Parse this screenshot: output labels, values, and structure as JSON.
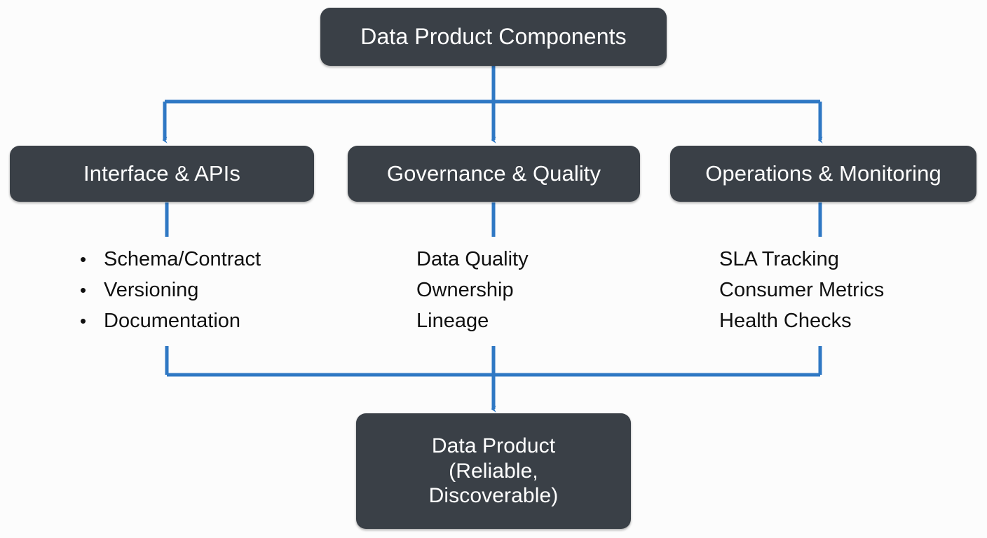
{
  "diagram": {
    "title": "Data Product Components",
    "background_color": "#fcfcfc",
    "node_fill_color": "#3a4047",
    "node_text_color": "#ffffff",
    "connector_color": "#2f78c4",
    "detail_text_color": "#101010"
  },
  "root": {
    "label": "Data Product Components"
  },
  "columns": [
    {
      "label": "Interface & APIs",
      "bulleted": true,
      "bullet_glyph": "•",
      "items": [
        "Schema/Contract",
        "Versioning",
        "Documentation"
      ]
    },
    {
      "label": "Governance & Quality",
      "bulleted": false,
      "bullet_glyph": "",
      "items": [
        "Data Quality",
        "Ownership",
        "Lineage"
      ]
    },
    {
      "label": "Operations & Monitoring",
      "bulleted": false,
      "bullet_glyph": "",
      "items": [
        "SLA Tracking",
        "Consumer Metrics",
        "Health Checks"
      ]
    }
  ],
  "outcome": {
    "label": "Data Product\n(Reliable,\nDiscoverable)"
  }
}
